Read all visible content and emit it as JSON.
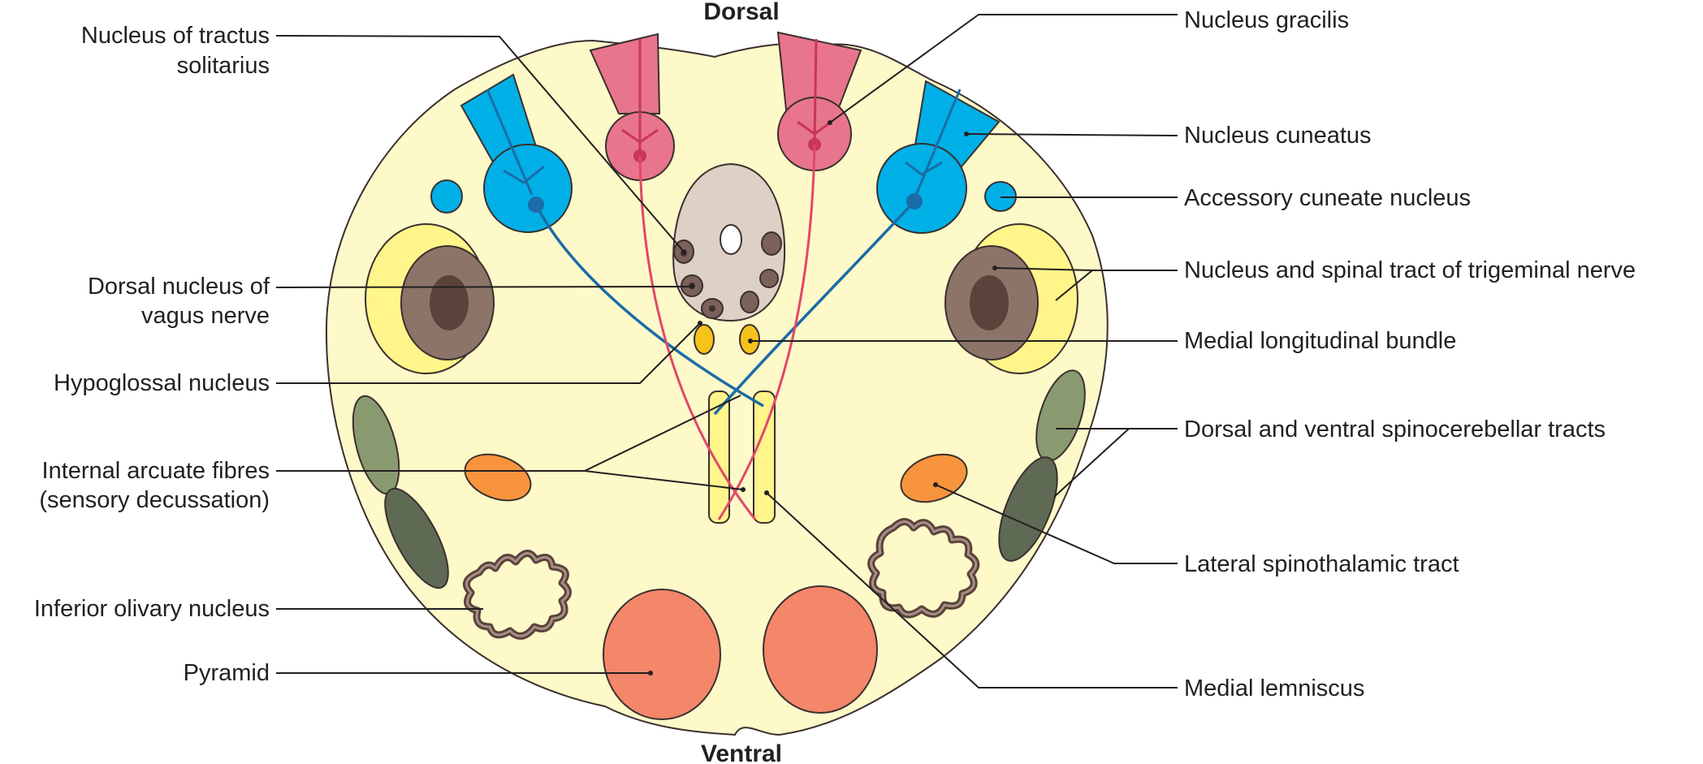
{
  "orientation": {
    "top": "Dorsal",
    "bottom": "Ventral"
  },
  "labels": {
    "tractus_solitarius_1": "Nucleus of tractus",
    "tractus_solitarius_2": "solitarius",
    "dorsal_vagus_1": "Dorsal nucleus of",
    "dorsal_vagus_2": "vagus nerve",
    "hypoglossal": "Hypoglossal nucleus",
    "arcuate_1": "Internal arcuate fibres",
    "arcuate_2": "(sensory decussation)",
    "inferior_olivary": "Inferior olivary nucleus",
    "pyramid": "Pyramid",
    "gracilis": "Nucleus gracilis",
    "cuneatus": "Nucleus cuneatus",
    "accessory_cuneate": "Accessory cuneate nucleus",
    "trigeminal": "Nucleus and spinal tract of trigeminal nerve",
    "mlf": "Medial longitudinal bundle",
    "spinocerebellar": "Dorsal and ventral spinocerebellar tracts",
    "spinothalamic": "Lateral spinothalamic tract",
    "medial_lemniscus": "Medial lemniscus"
  },
  "colors": {
    "medulla_fill": "#fdf9c8",
    "gracile": "#e8758b",
    "cuneate": "#00b0e6",
    "fibre_blue": "#1b6ca8",
    "trigeminal_tract": "#fff58a",
    "trigeminal_nucleus": "#8c7468",
    "fourth_ventricle": "#ddd0c5",
    "mlf": "#f6c31a",
    "spinocerebellar_dorsal": "#8a9a70",
    "spinocerebellar_ventral": "#5f6a55",
    "spinothalamic": "#f7943d",
    "olive": "#7a615a",
    "pyramid": "#f4866a"
  }
}
